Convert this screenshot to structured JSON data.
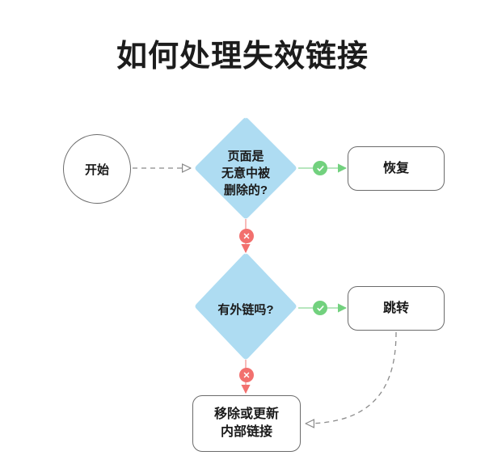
{
  "page": {
    "title": "如何处理失效链接",
    "background_color": "#ffffff"
  },
  "theme": {
    "diamond_fill": "#aedcf2",
    "node_stroke": "#6b6b6b",
    "yes_color": "#72d17e",
    "no_color": "#f2706e",
    "dashed_color": "#8a8a8a",
    "text_color": "#1a1a1a"
  },
  "nodes": {
    "start": {
      "label": "开始",
      "shape": "circle"
    },
    "decision_deleted": {
      "line1": "页面是",
      "line2": "无意中被",
      "line3": "删除的?",
      "shape": "diamond"
    },
    "decision_backlinks": {
      "label": "有外链吗?",
      "shape": "diamond"
    },
    "restore": {
      "label": "恢复",
      "shape": "rounded-rect"
    },
    "redirect": {
      "label": "跳转",
      "shape": "rounded-rect"
    },
    "remove_update": {
      "line1": "移除或更新",
      "line2": "内部链接",
      "shape": "rounded-rect"
    }
  },
  "edges": [
    {
      "from": "start",
      "to": "decision_deleted",
      "style": "dashed",
      "arrow": "hollow",
      "badge": null
    },
    {
      "from": "decision_deleted",
      "to": "restore",
      "style": "solid",
      "arrow": "filled",
      "badge": "yes"
    },
    {
      "from": "decision_deleted",
      "to": "decision_backlinks",
      "style": "solid",
      "arrow": "filled",
      "badge": "no"
    },
    {
      "from": "decision_backlinks",
      "to": "redirect",
      "style": "solid",
      "arrow": "filled",
      "badge": "yes"
    },
    {
      "from": "decision_backlinks",
      "to": "remove_update",
      "style": "solid",
      "arrow": "filled",
      "badge": "no"
    },
    {
      "from": "redirect",
      "to": "remove_update",
      "style": "dashed",
      "arrow": "hollow",
      "badge": null
    }
  ],
  "badges": {
    "yes_symbol": "✓",
    "no_symbol": "✕",
    "yes_name": "check-icon",
    "no_name": "cross-icon"
  }
}
